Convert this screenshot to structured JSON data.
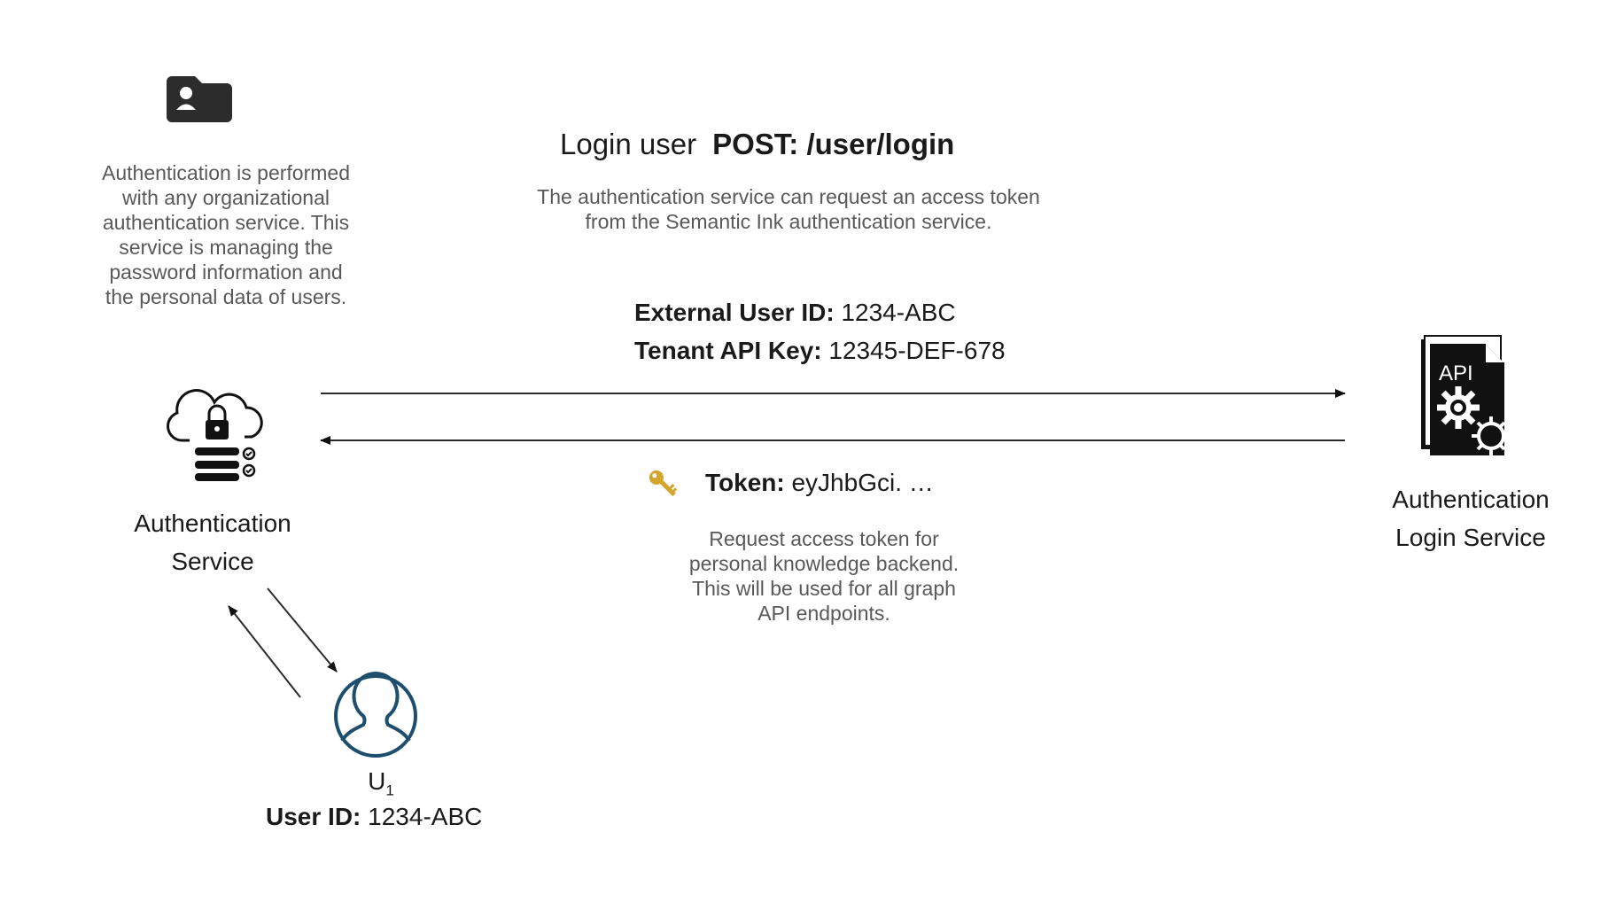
{
  "title": {
    "prefix": "Login user",
    "endpoint": "POST: /user/login"
  },
  "login_description": "The authentication service can request an access token from the Semantic Ink authentication service.",
  "auth_description": "Authentication is performed with any organizational authentication service. This service is managing the password information and the personal data of users.",
  "request": {
    "external_user_id_label": "External User ID:",
    "external_user_id_value": "1234-ABC",
    "tenant_key_label": "Tenant API Key:",
    "tenant_key_value": "12345-DEF-678"
  },
  "response": {
    "token_label": "Token:",
    "token_value": "eyJhbGci. …",
    "description": "Request access token for personal knowledge backend. This will be used for all graph API endpoints."
  },
  "nodes": {
    "auth_service": {
      "line1": "Authentication",
      "line2": "Service"
    },
    "login_service": {
      "line1": "Authentication",
      "line2": "Login Service",
      "badge": "API"
    },
    "user": {
      "name": "U",
      "subscript": "1",
      "id_label": "User ID:",
      "id_value": "1234-ABC"
    }
  },
  "icons": {
    "folder": "user-folder-icon",
    "cloud": "cloud-lock-server-icon",
    "api": "api-document-gear-icon",
    "key": "key-icon",
    "user": "user-circle-icon"
  },
  "colors": {
    "user_icon": "#1e4e6e",
    "key": "#d4a52a",
    "line": "#2b2b2b",
    "secondary_text": "#595959"
  }
}
